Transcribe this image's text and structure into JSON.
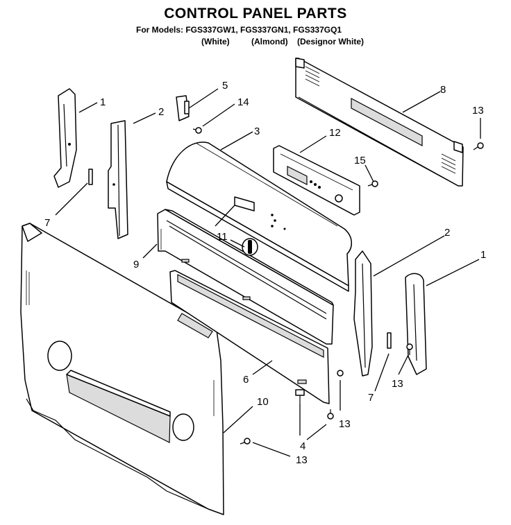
{
  "title": "CONTROL PANEL PARTS",
  "models_line": "For Models: FGS337GW1, FGS337GN1, FGS337GQ1",
  "colors": [
    "(White)",
    "(Almond)",
    "(Designor White)"
  ],
  "callouts": {
    "c1a": "1",
    "c1b": "1",
    "c2a": "2",
    "c2b": "2",
    "c3": "3",
    "c4": "4",
    "c5": "5",
    "c6": "6",
    "c7a": "7",
    "c7b": "7",
    "c8": "8",
    "c9": "9",
    "c10": "10",
    "c11": "11",
    "c12": "12",
    "c13a": "13",
    "c13b": "13",
    "c13c": "13",
    "c13d": "13",
    "c14": "14",
    "c15": "15"
  }
}
